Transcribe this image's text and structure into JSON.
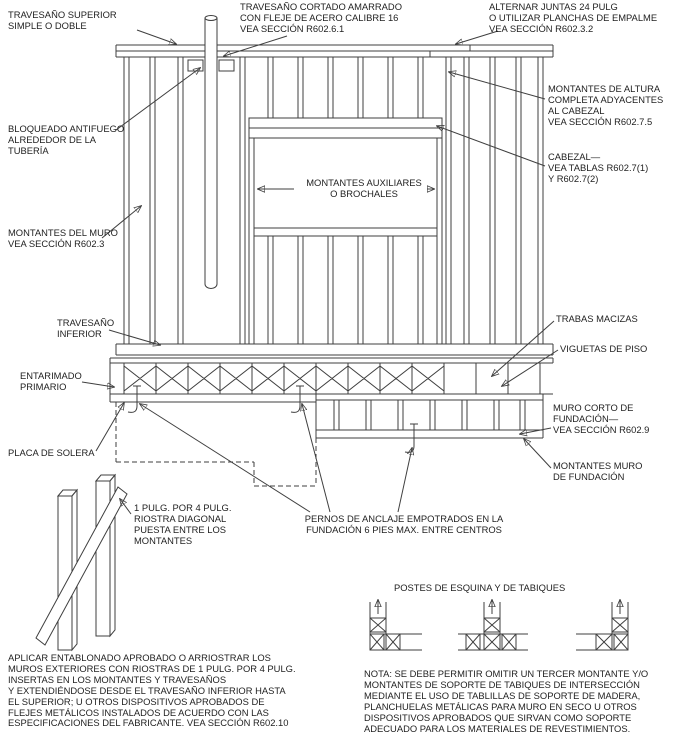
{
  "figure": {
    "colors": {
      "line": "#3f3f3f",
      "background": "#ffffff",
      "text": "#1f1f1f"
    },
    "labels": {
      "top_plate": "TRAVESAÑO SUPERIOR\nSIMPLE O DOBLE",
      "cut_plate": "TRAVESAÑO CORTADO AMARRADO\nCON FLEJE DE ACERO CALIBRE 16\nVEA SECCIÓN R602.6.1",
      "stagger_joints": "ALTERNAR JUNTAS 24 PULG\nO UTILIZAR PLANCHAS DE EMPALME\nVEA SECCIÓN R602.3.2",
      "full_height_studs": "MONTANTES DE ALTURA\nCOMPLETA ADYACENTES\nAL CABEZAL\nVEA SECCIÓN R602.7.5",
      "header": "CABEZAL—\nVEA TABLAS R602.7(1)\nY R602.7(2)",
      "fireblocking": "BLOQUEADO ANTIFUEGO\nALREDEDOR DE LA\nTUBERÍA",
      "wall_studs": "MONTANTES DEL MURO\nVEA SECCIÓN R602.3",
      "cripple_studs": "MONTANTES AUXILIARES\nO BROCHALES",
      "bottom_plate": "TRAVESAÑO\nINFERIOR",
      "subfloor": "ENTARIMADO\nPRIMARIO",
      "solid_blocking": "TRABAS MACIZAS",
      "floor_joists": "VIGUETAS DE PISO",
      "cripple_wall": "MURO CORTO DE\nFUNDACIÓN—\nVEA SECCIÓN R602.9",
      "foundation_studs": "MONTANTES MURO\nDE FUNDACIÓN",
      "sill_plate": "PLACA DE SOLERA",
      "anchor_bolts": "PERNOS DE ANCLAJE EMPOTRADOS EN LA\nFUNDACIÓN 6 PIES MAX. ENTRE CENTROS",
      "diagonal_brace": "1 PULG. POR 4 PULG.\nRIOSTRA DIAGONAL\nPUESTA ENTRE LOS\nMONTANTES",
      "corner_posts_heading": "POSTES DE ESQUINA Y DE TABIQUES",
      "bracing_note": "APLICAR ENTABLONADO APROBADO O ARRIOSTRAR LOS\nMUROS EXTERIORES CON RIOSTRAS DE 1 PULG. POR 4 PULG.\nINSERTAS EN LOS MONTANTES Y TRAVESAÑOS\nY EXTENDIÉNDOSE DESDE EL TRAVESAÑO INFERIOR HASTA\nEL SUPERIOR; U OTROS DISPOSITIVOS APROBADOS DE\nFLEJES METÁLICOS INSTALADOS DE ACUERDO CON LAS\nESPECIFICACIONES DEL FABRICANTE. VEA SECCIÓN R602.10",
      "intersection_note": "NOTA: SE DEBE PERMITIR OMITIR UN TERCER MONTANTE Y/O\nMONTANTES DE SOPORTE DE TABIQUES DE INTERSECCIÓN\nMEDIANTE EL USO DE TABLILLAS DE SOPORTE DE MADERA,\nPLANCHUELAS METÁLICAS PARA MURO EN SECO U OTROS\nDISPOSITIVOS APROBADOS QUE SIRVAN COMO SOPORTE\nADECUADO PARA LOS MATERIALES DE REVESTIMIENTOS."
    }
  }
}
